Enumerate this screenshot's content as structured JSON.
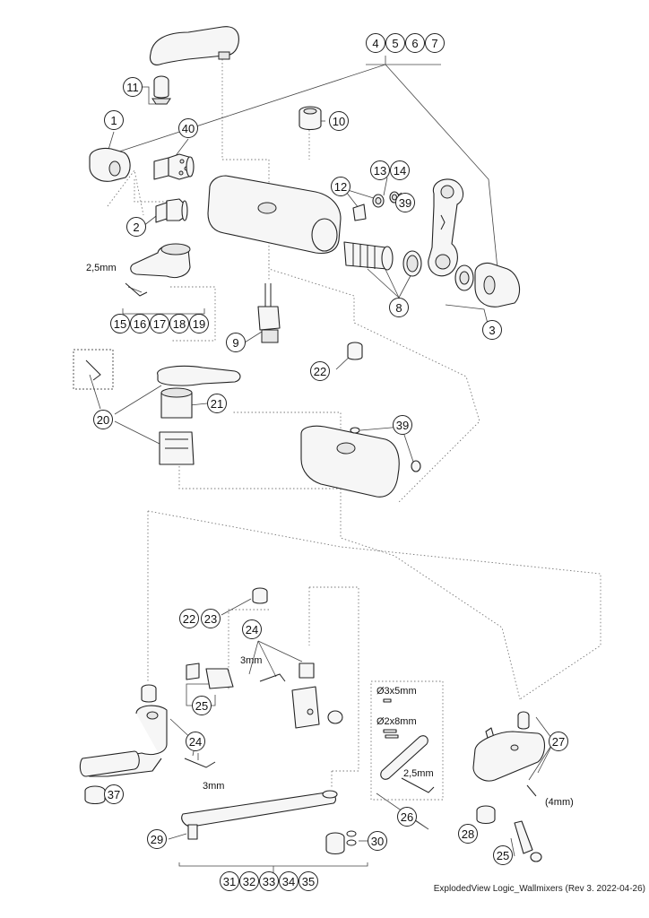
{
  "callouts": [
    {
      "label": "4"
    },
    {
      "label": "5"
    },
    {
      "label": "6"
    },
    {
      "label": "7"
    },
    {
      "label": "11"
    },
    {
      "label": "1"
    },
    {
      "label": "40"
    },
    {
      "label": "10"
    },
    {
      "label": "13"
    },
    {
      "label": "14"
    },
    {
      "label": "12"
    },
    {
      "label": "39"
    },
    {
      "label": "2"
    },
    {
      "label": "8"
    },
    {
      "label": "3"
    },
    {
      "label": "9"
    },
    {
      "label": "15"
    },
    {
      "label": "16"
    },
    {
      "label": "17"
    },
    {
      "label": "18"
    },
    {
      "label": "19"
    },
    {
      "label": "22"
    },
    {
      "label": "21"
    },
    {
      "label": "20"
    },
    {
      "label": "39"
    },
    {
      "label": "22"
    },
    {
      "label": "23"
    },
    {
      "label": "24"
    },
    {
      "label": "25"
    },
    {
      "label": "24"
    },
    {
      "label": "27"
    },
    {
      "label": "37"
    },
    {
      "label": "26"
    },
    {
      "label": "28"
    },
    {
      "label": "29"
    },
    {
      "label": "30"
    },
    {
      "label": "25"
    },
    {
      "label": "31"
    },
    {
      "label": "32"
    },
    {
      "label": "33"
    },
    {
      "label": "34"
    },
    {
      "label": "35"
    }
  ],
  "labels": {
    "hex_key_1": "2,5mm",
    "hex_key_2": "3mm",
    "hex_key_3": "3mm",
    "pin_1": "Ø3x5mm",
    "pin_2": "Ø2x8mm",
    "hex_key_4": "2,5mm",
    "hex_key_5": "(4mm)"
  },
  "footer": "ExplodedView Logic_Wallmixers  (Rev 3.  2022-04-26)"
}
